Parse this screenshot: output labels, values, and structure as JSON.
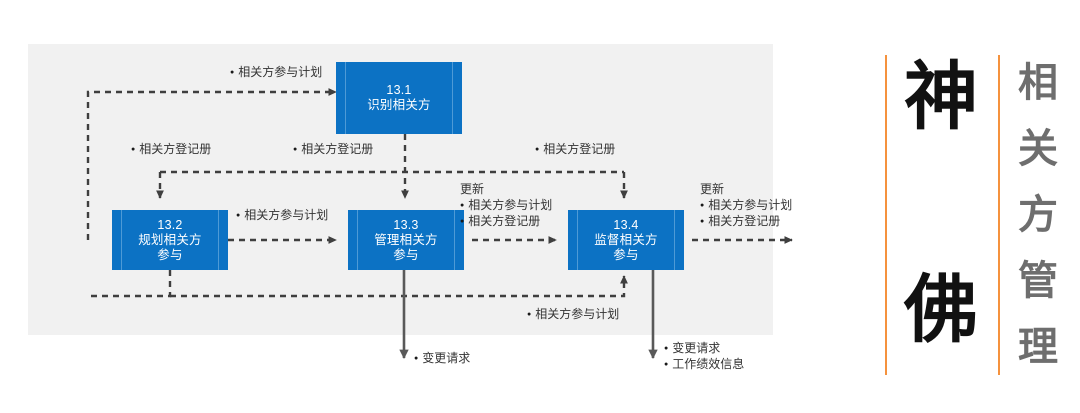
{
  "diagram": {
    "title_hidden": "",
    "background_color": "#f1f1f1",
    "box_color": "#0c72c4",
    "accent_color": "#F5923E",
    "processes": [
      {
        "id": "13.1",
        "number": "13.1",
        "name": "识别相关方"
      },
      {
        "id": "13.2",
        "number": "13.2",
        "name": "规划相关方",
        "name2": "参与"
      },
      {
        "id": "13.3",
        "number": "13.3",
        "name": "管理相关方",
        "name2": "参与"
      },
      {
        "id": "13.4",
        "number": "13.4",
        "name": "监督相关方",
        "name2": "参与"
      }
    ],
    "labels": {
      "top_plan": "相关方参与计划",
      "register_left": "相关方登记册",
      "register_mid": "相关方登记册",
      "register_right": "相关方登记册",
      "plan_between_2_3": "相关方参与计划",
      "update_heading_mid": "更新",
      "update_mid_item1": "相关方参与计划",
      "update_mid_item2": "相关方登记册",
      "update_heading_right": "更新",
      "update_right_item1": "相关方参与计划",
      "update_right_item2": "相关方登记册",
      "plan_bottom": "相关方参与计划",
      "change_request_mid": "变更请求",
      "change_request_right": "变更请求",
      "work_performance_info": "工作绩效信息"
    }
  },
  "title_panel": {
    "main_chars": [
      "神",
      "佛"
    ],
    "side_chars": [
      "相",
      "关",
      "方",
      "管",
      "理"
    ],
    "side_text": "相关方管理",
    "main_text": "神佛"
  }
}
